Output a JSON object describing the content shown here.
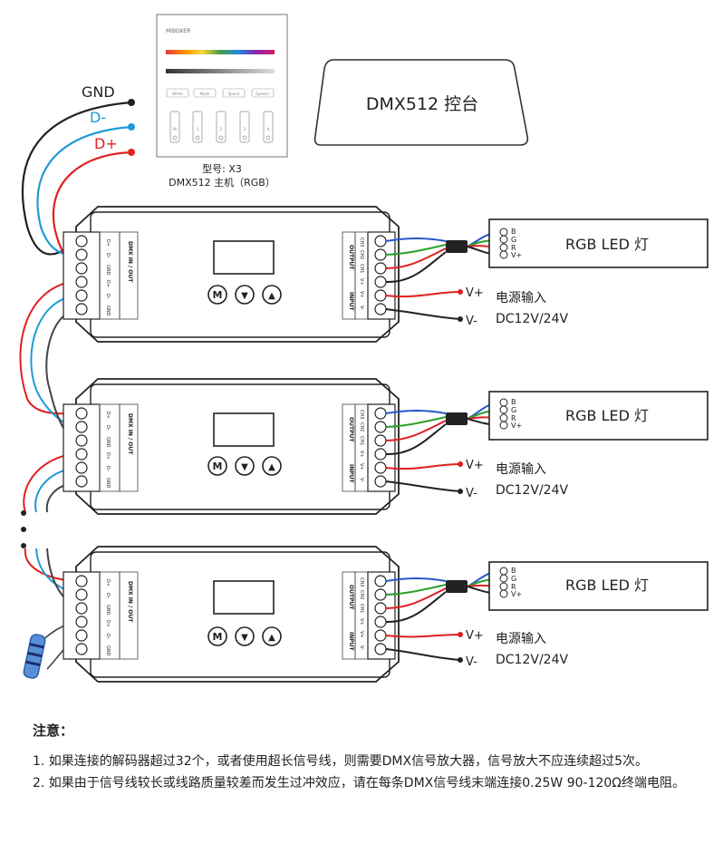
{
  "wiring": {
    "gnd": "GND",
    "d_minus": "D-",
    "d_plus": "D+"
  },
  "master": {
    "brand": "MiBOXER",
    "buttons": [
      "White",
      "Mode",
      "Speed",
      "Speed+"
    ],
    "faders": [
      "All",
      "1",
      "2",
      "3",
      "4"
    ],
    "model": "型号: X3",
    "caption": "DMX512 主机（RGB）"
  },
  "console": {
    "label": "DMX512 控台"
  },
  "decoder": {
    "dmx_label": "DMX  IN / OUT",
    "dmx_pins": [
      "D+",
      "D-",
      "GND",
      "D+",
      "D-",
      "GND"
    ],
    "output_label": "OUTPUT",
    "output_channels": [
      "CH3",
      "CH2",
      "CH1",
      "V+"
    ],
    "input_label": "INPUT",
    "input_pins": [
      "V+",
      "V-"
    ],
    "button_m": "M",
    "button_down": "▼",
    "button_up": "▲"
  },
  "led": {
    "label": "RGB LED 灯",
    "pins": [
      "B",
      "G",
      "R",
      "V+"
    ]
  },
  "power": {
    "v_plus": "V+",
    "v_minus": "V-",
    "label": "电源输入",
    "voltage": "DC12V/24V"
  },
  "colors": {
    "gnd": "#222222",
    "d_minus": "#1e9ad6",
    "d_plus": "#e02020",
    "green": "#2aa02a",
    "blue": "#2255cc"
  },
  "notes": {
    "title": "注意：",
    "items": [
      "1. 如果连接的解码器超过32个，或者使用超长信号线，则需要DMX信号放大器，信号放大不应连续超过5次。",
      "2. 如果由于信号线较长或线路质量较差而发生过冲效应，请在每条DMX信号线末端连接0.25W 90-120Ω终端电阻。"
    ]
  }
}
